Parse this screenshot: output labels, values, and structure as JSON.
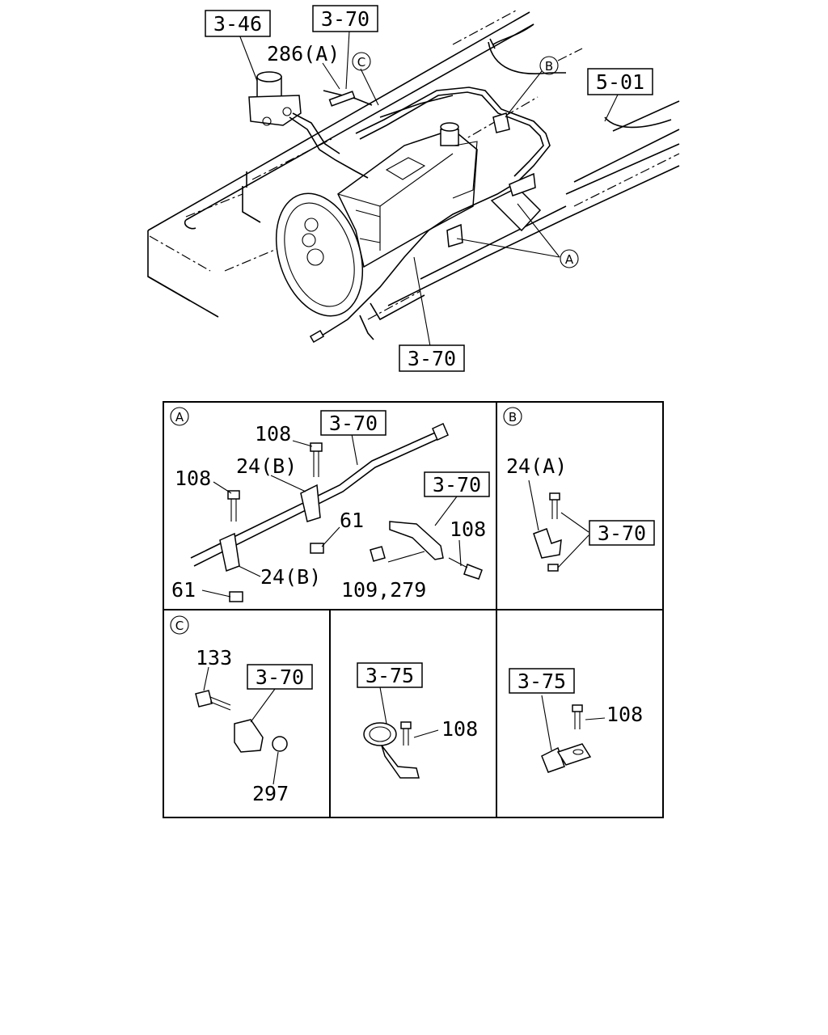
{
  "main_view": {
    "refs": [
      "3-46",
      "3-70",
      "5-01",
      "3-70"
    ],
    "labels": {
      "part_286": "286(A)"
    },
    "callouts": {
      "a": "A",
      "b": "B",
      "c": "C"
    }
  },
  "detail_a": {
    "title": "A",
    "refs": [
      "3-70",
      "3-70"
    ],
    "labels": [
      "108",
      "108",
      "24(B)",
      "61",
      "108",
      "61",
      "24(B)",
      "109,279"
    ]
  },
  "detail_b": {
    "title": "B",
    "refs": [
      "3-70"
    ],
    "labels": [
      "24(A)"
    ]
  },
  "detail_c": {
    "title": "C",
    "refs": [
      "3-70"
    ],
    "labels": [
      "133",
      "297"
    ]
  },
  "detail_d": {
    "refs": [
      "3-75"
    ],
    "labels": [
      "108"
    ]
  },
  "detail_e": {
    "refs": [
      "3-75"
    ],
    "labels": [
      "108"
    ]
  }
}
